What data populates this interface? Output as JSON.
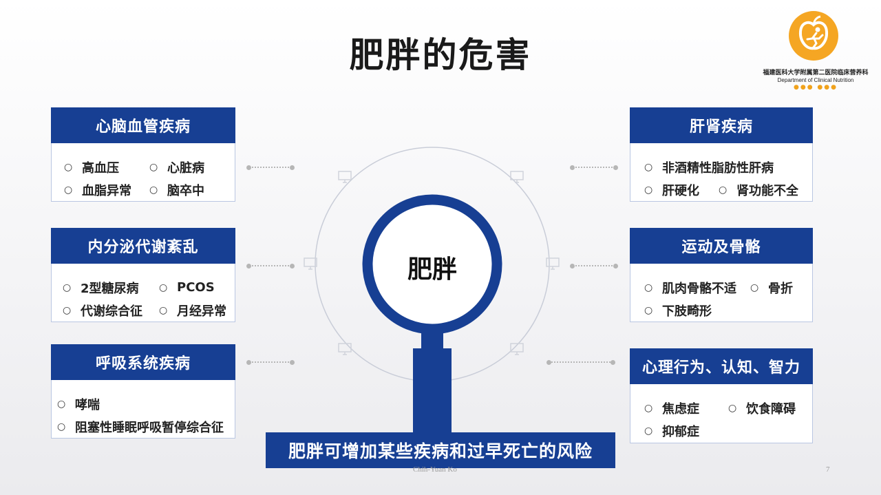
{
  "title": "肥胖的危害",
  "logo": {
    "name_cn": "福建医科大学附属第二医院临床营养科",
    "name_en": "Department of Clinical Nutrition",
    "dots": "●●● ●●●",
    "color": "#f5a623"
  },
  "center": {
    "label": "肥胖",
    "ring_color": "#173f93"
  },
  "banner": "肥胖可增加某些疾病和过早死亡的风险",
  "footer": {
    "author": "Chih-Yuan Ko",
    "page": "7"
  },
  "colors": {
    "header_bg": "#173f93",
    "card_border": "#b9c6e2"
  },
  "bullet": "○",
  "cards": {
    "cardio": {
      "title": "心脑血管疾病",
      "rows": [
        [
          "高血压",
          "心脏病"
        ],
        [
          "血脂异常",
          "脑卒中"
        ]
      ]
    },
    "endo": {
      "title": "内分泌代谢紊乱",
      "rows": [
        [
          "2型糖尿病",
          "PCOS"
        ],
        [
          "代谢综合征",
          "月经异常"
        ]
      ]
    },
    "resp": {
      "title": "呼吸系统疾病",
      "rows": [
        [
          "哮喘"
        ],
        [
          "阻塞性睡眠呼吸暂停综合征"
        ]
      ]
    },
    "liver": {
      "title": "肝肾疾病",
      "rows": [
        [
          "非酒精性脂肪性肝病"
        ],
        [
          "肝硬化",
          "肾功能不全"
        ]
      ]
    },
    "motor": {
      "title": "运动及骨骼",
      "rows": [
        [
          "肌肉骨骼不适",
          "骨折"
        ],
        [
          "下肢畸形"
        ]
      ]
    },
    "psych": {
      "title": "心理行为、认知、智力",
      "rows": [
        [
          "焦虑症",
          "饮食障碍"
        ],
        [
          "抑郁症"
        ]
      ]
    }
  }
}
